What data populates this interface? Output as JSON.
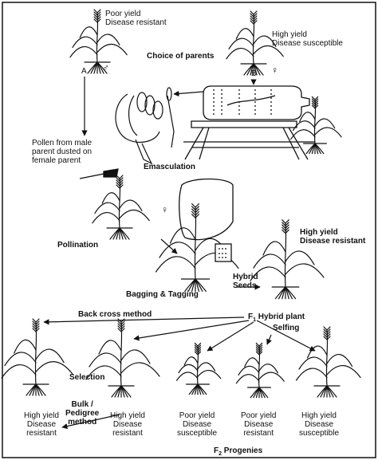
{
  "labels": {
    "parent_a_line1": "Poor yield",
    "parent_a_line2": "Disease resistant",
    "parent_b_line1": "High yield",
    "parent_b_line2": "Disease susceptible",
    "choice_of_parents": "Choice of parents",
    "parent_a_letter": "A",
    "parent_b_letter": "B",
    "male_symbol": "♂",
    "female_symbol": "♀",
    "female_symbol_2": "♀",
    "pollen_line1": "Pollen from male",
    "pollen_line2": "parent dusted on",
    "pollen_line3": "female parent",
    "emasculation": "Emasculation",
    "pollination": "Pollination",
    "bagging_tagging": "Bagging & Tagging",
    "hybrid_seeds_line1": "Hybrid",
    "hybrid_seeds_line2": "Seeds",
    "hybrid_plant_top_line1": "High yield",
    "hybrid_plant_top_line2": "Disease resistant",
    "back_cross_method": "Back cross method",
    "f1_prefix": "F",
    "f1_sub": "1",
    "f1_rest": "Hybrid plant",
    "selfing": "Selfing",
    "selection": "Selection",
    "bulk_line1": "Bulk /",
    "bulk_line2": "Pedigree",
    "bulk_line3": "method",
    "p1_line1": "High yield",
    "p1_line2": "Disease",
    "p1_line3": "resistant",
    "p2_line1": "High yield",
    "p2_line2": "Disease",
    "p2_line3": "resistant",
    "p3_line1": "Poor yield",
    "p3_line2": "Disease",
    "p3_line3": "susceptible",
    "p4_line1": "Poor yield",
    "p4_line2": "Disease",
    "p4_line3": "resistant",
    "p5_line1": "High yield",
    "p5_line2": "Disease",
    "p5_line3": "susceptible",
    "f2_prefix": "F",
    "f2_sub": "2",
    "f2_rest": "Progenies"
  }
}
